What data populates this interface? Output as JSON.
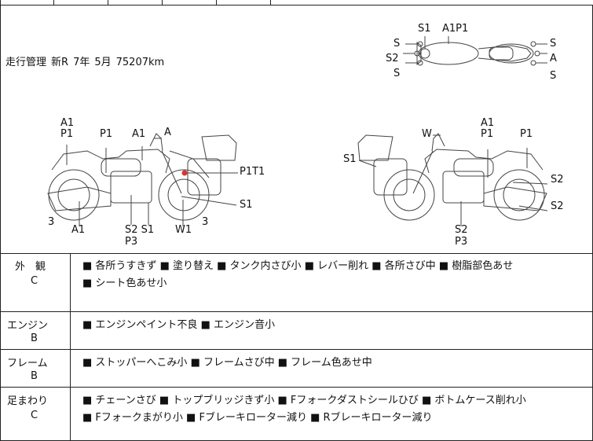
{
  "management": {
    "label": "走行管理",
    "era": "新R",
    "year": "7年",
    "month": "5月",
    "mileage": "75207km"
  },
  "top_view_labels": {
    "s1": "S1",
    "a1p1": "A1P1",
    "left_s_top": "S",
    "left_s2": "S2",
    "left_s_bottom": "S",
    "right_s_top": "S",
    "right_a": "A",
    "right_s_bottom": "S"
  },
  "left_view_labels": {
    "a1_p1_1": "A1",
    "a1_p1_2": "P1",
    "p1": "P1",
    "a1_top": "A1",
    "a_top": "A",
    "p1t1": "P1T1",
    "s1_right": "S1",
    "num3_left": "3",
    "a1_bottom": "A1",
    "s2s1": "S2 S1",
    "p3": "P3",
    "w1": "W1",
    "num3_mid": "3"
  },
  "right_view_labels": {
    "w": "W",
    "a1": "A1",
    "p1_1": "P1",
    "p1_2": "P1",
    "s1": "S1",
    "s2_top": "S2",
    "s2_bottom": "S2",
    "s2_center": "S2",
    "p3": "P3"
  },
  "rows": [
    {
      "category": "外　観",
      "grade": "C",
      "items": [
        "■ 各所うすきず",
        "■ 塗り替え",
        "■ タンク内さび小",
        "■ レバー削れ",
        "■ 各所さび中",
        "■ 樹脂部色あせ",
        "■ シート色あせ小"
      ]
    },
    {
      "category": "エンジン",
      "grade": "B",
      "items": [
        "■ エンジンペイント不良",
        "■ エンジン音小"
      ]
    },
    {
      "category": "フレーム",
      "grade": "B",
      "items": [
        "■ ストッパーへこみ小",
        "■ フレームさび中",
        "■ フレーム色あせ中"
      ]
    },
    {
      "category": "足まわり",
      "grade": "C",
      "items": [
        "■ チェーンさび",
        "■ トップブリッジきず小",
        "■ Fフォークダストシールひび",
        "■ ボトムケース削れ小",
        "■ Fフォークまがり小",
        "■ Fブレーキローター減り",
        "■ Rブレーキローター減り"
      ]
    }
  ]
}
